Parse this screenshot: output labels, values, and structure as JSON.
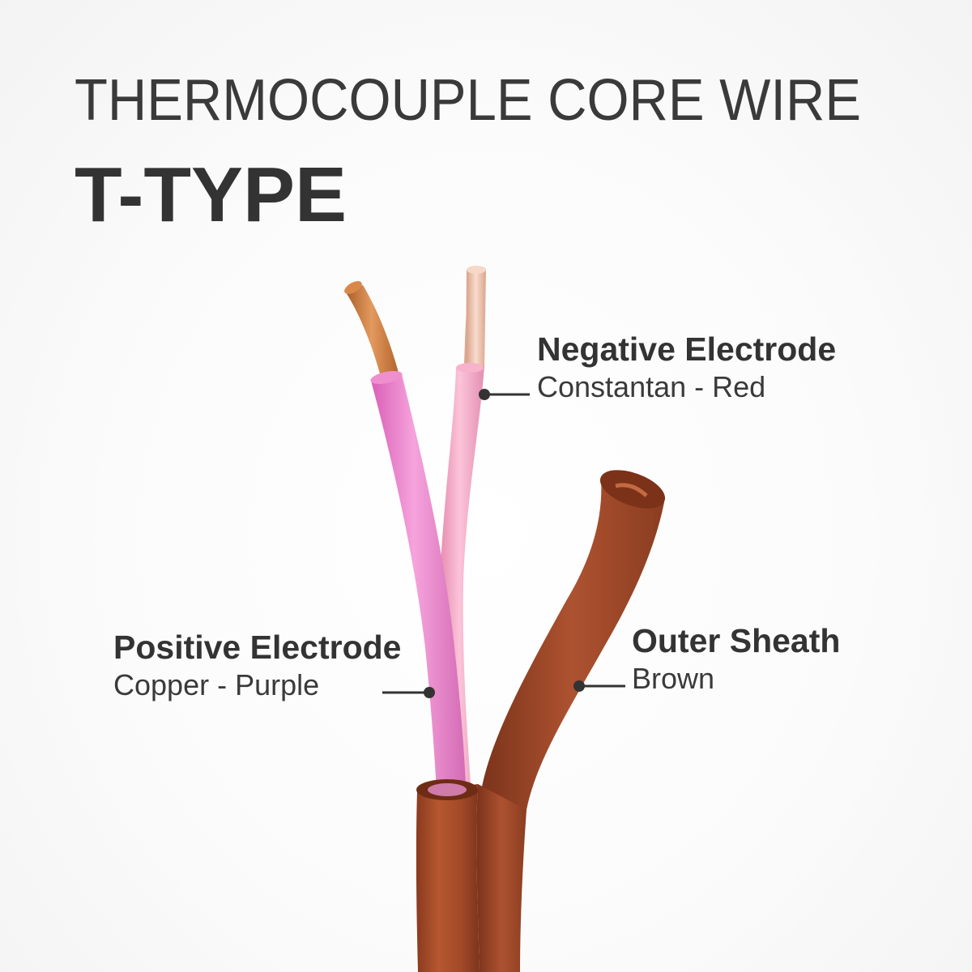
{
  "title": "THERMOCOUPLE CORE WIRE",
  "subtitle": "T-TYPE",
  "labels": {
    "negative": {
      "heading": "Negative Electrode",
      "detail": "Constantan - Red"
    },
    "positive": {
      "heading": "Positive Electrode",
      "detail": "Copper - Purple"
    },
    "outer": {
      "heading": "Outer Sheath",
      "detail": "Brown"
    }
  },
  "colors": {
    "sheath": "#a0482a",
    "positive_insulation": "#e879c8",
    "negative_insulation": "#f2a7c4",
    "copper": "#c8743c",
    "constantan": "#e8b7a0",
    "text": "#333333"
  }
}
